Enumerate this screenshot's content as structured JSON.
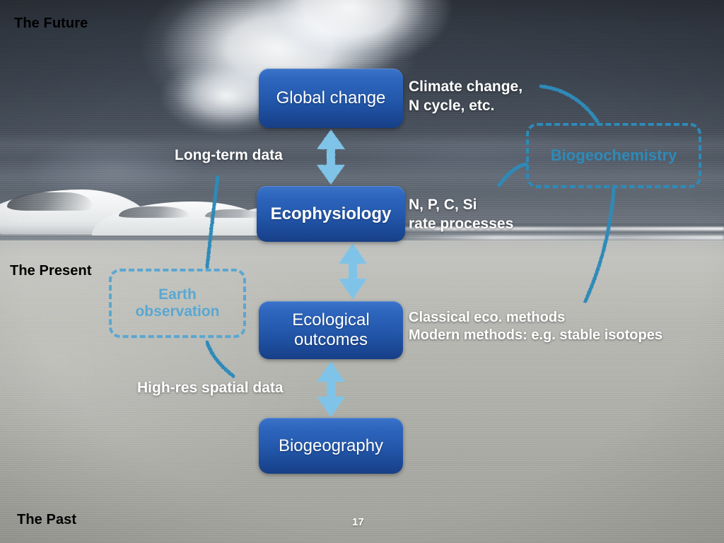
{
  "slide": {
    "number": "17",
    "background": "beach-stormy-sky-photo"
  },
  "era_labels": {
    "future": "The Future",
    "present": "The Present",
    "past": "The Past"
  },
  "nodes": [
    {
      "id": "global-change",
      "label": "Global change",
      "style": "solid-blue-gradient"
    },
    {
      "id": "ecophysiology",
      "label": "Ecophysiology",
      "style": "solid-blue-gradient"
    },
    {
      "id": "ecological-outcomes",
      "label": "Ecological\noutcomes",
      "style": "solid-blue-gradient"
    },
    {
      "id": "biogeography",
      "label": "Biogeography",
      "style": "solid-blue-gradient"
    }
  ],
  "ghost_nodes": [
    {
      "id": "biogeochemistry",
      "label": "Biogeochemistry",
      "style": "dashed-outline",
      "color": "#2e8ab8"
    },
    {
      "id": "earth-observation",
      "label": "Earth\nobservation",
      "style": "dashed-outline",
      "color": "#5aa7d1"
    }
  ],
  "annotations": {
    "climate": "Climate change,\nN cycle, etc.",
    "nutrients": "N, P, C, Si\nrate processes",
    "methods": "Classical eco. methods\nModern methods: e.g. stable isotopes",
    "long_term_data": "Long-term data",
    "high_res_spatial": "High-res spatial data"
  },
  "colors": {
    "node_fill_top": "#3b74c9",
    "node_fill_bottom": "#173f85",
    "arrow_blue": "#7fc4e8",
    "connector_blue": "#2e8ab8",
    "ghost_light_blue": "#5aa7d1",
    "annotation_text": "#ffffff",
    "era_text": "#000000"
  },
  "arrows": [
    {
      "from": "global-change",
      "to": "ecophysiology",
      "type": "double-headed-vertical"
    },
    {
      "from": "ecophysiology",
      "to": "ecological-outcomes",
      "type": "double-headed-vertical"
    },
    {
      "from": "ecological-outcomes",
      "to": "biogeography",
      "type": "double-headed-vertical"
    }
  ],
  "connector_lines": [
    {
      "from": "climate-annotation",
      "to": "biogeochemistry-top",
      "type": "curve"
    },
    {
      "from": "biogeochemistry-left",
      "to": "ecophysiology-right",
      "type": "curve"
    },
    {
      "from": "biogeochemistry-bottom",
      "to": "methods-annotation",
      "type": "curve"
    },
    {
      "from": "earth-observation-top",
      "to": "long-term-data",
      "type": "curve"
    },
    {
      "from": "earth-observation-bottom",
      "to": "high-res-spatial",
      "type": "curve"
    }
  ]
}
